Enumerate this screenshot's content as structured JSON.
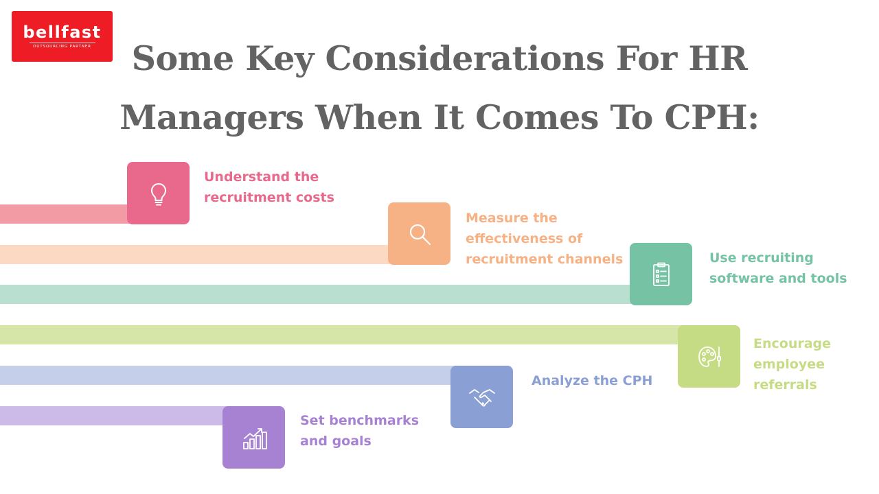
{
  "logo": {
    "name": "bellfast",
    "tagline": "OUTSOURCING PARTNER"
  },
  "title": "Some Key Considerations For HR Managers When It Comes To CPH:",
  "steps": [
    {
      "label": "Understand the\nrecruitment costs",
      "icon": "lightbulb-icon",
      "color": "#e8698b",
      "bar_color": "#f29ba5"
    },
    {
      "label": "Measure the\neffectiveness of\nrecruitment channels",
      "icon": "magnifier-icon",
      "color": "#f6b184",
      "bar_color": "#fcd9c2"
    },
    {
      "label": "Use recruiting\nsoftware and tools",
      "icon": "checklist-icon",
      "color": "#75c3a4",
      "bar_color": "#b8dfd0"
    },
    {
      "label": "Encourage\nemployee\nreferrals",
      "icon": "palette-brush-icon",
      "color": "#c6dc84",
      "bar_color": "#d6e6a8"
    },
    {
      "label": "Analyze the CPH",
      "icon": "handshake-icon",
      "color": "#8a9fd3",
      "bar_color": "#c6cfea"
    },
    {
      "label": "Set benchmarks\nand goals",
      "icon": "growth-chart-icon",
      "color": "#a882d2",
      "bar_color": "#ccbbe8"
    }
  ]
}
